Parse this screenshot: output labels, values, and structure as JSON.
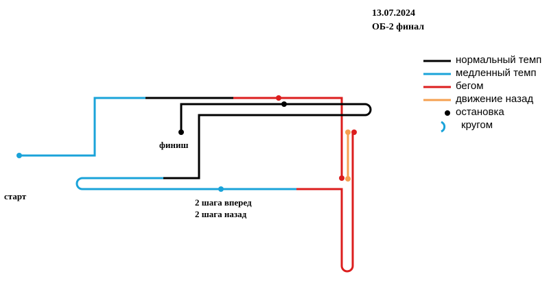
{
  "header": {
    "date": "13.07.2024",
    "subtitle": "ОБ-2 финал"
  },
  "labels": {
    "start": "старт",
    "finish": "финиш",
    "steps_forward": "2 шага вперед",
    "steps_back": "2 шага назад"
  },
  "colors": {
    "normal": "#000000",
    "slow": "#1aa3d9",
    "run": "#dc1e1e",
    "backward": "#f5a050",
    "stop": "#000000"
  },
  "legend": [
    {
      "key": "normal",
      "label": "нормальный темп",
      "symbol": "line"
    },
    {
      "key": "slow",
      "label": "медленный темп",
      "symbol": "line"
    },
    {
      "key": "run",
      "label": "бегом",
      "symbol": "line"
    },
    {
      "key": "backward",
      "label": "движение назад",
      "symbol": "line"
    },
    {
      "key": "stop",
      "label": "остановка",
      "symbol": "dot"
    },
    {
      "key": "slow",
      "label": "кругом",
      "symbol": "arc"
    }
  ]
}
